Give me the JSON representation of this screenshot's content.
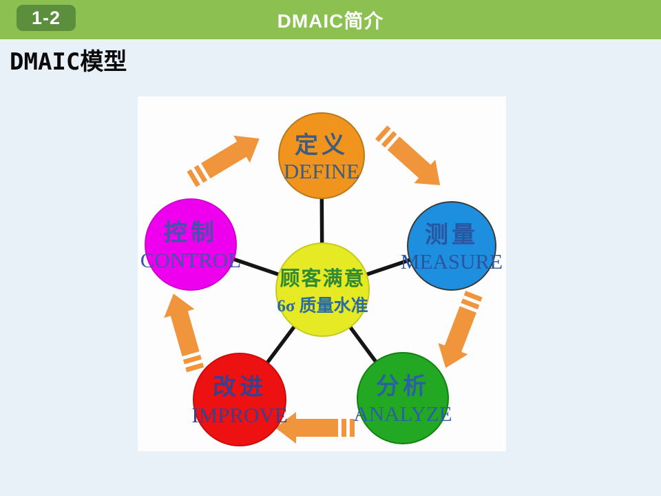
{
  "header": {
    "badge_label": "1-2",
    "title": "DMAIC简介"
  },
  "heading": "DMAIC模型",
  "colors": {
    "header_bar": "#8cc152",
    "badge_bg": "#5b8e3d",
    "slide_bg": "#e8f1f8",
    "panel_bg": "#fdfdfe",
    "arrow": "#f0953c",
    "connector": "#151515"
  },
  "diagram": {
    "center": {
      "line1": "顾客满意",
      "line2": "6σ 质量水准",
      "fill": "#e6ea24",
      "line1_color": "#2f8a33",
      "line2_color": "#2b6ca0"
    },
    "nodes": [
      {
        "id": "define",
        "zh": "定义",
        "en": "DEFINE",
        "fill": "#f0941d",
        "text_color": "#3e5c7e"
      },
      {
        "id": "measure",
        "zh": "测量",
        "en": "MEASURE",
        "fill": "#1e8fdf",
        "text_color": "#2a55a0"
      },
      {
        "id": "analyze",
        "zh": "分析",
        "en": "ANALYZE",
        "fill": "#22a822",
        "text_color": "#2b5fa6"
      },
      {
        "id": "improve",
        "zh": "改进",
        "en": "IMPROVE",
        "fill": "#ed1111",
        "text_color": "#39408e"
      },
      {
        "id": "control",
        "zh": "控制",
        "en": "CONTROL",
        "fill": "#ee00ee",
        "text_color": "#4353a8"
      }
    ],
    "arrows": [
      {
        "from": "CONTROL",
        "to": "DEFINE"
      },
      {
        "from": "DEFINE",
        "to": "MEASURE"
      },
      {
        "from": "MEASURE",
        "to": "ANALYZE"
      },
      {
        "from": "ANALYZE",
        "to": "IMPROVE"
      },
      {
        "from": "IMPROVE",
        "to": "CONTROL"
      }
    ]
  }
}
